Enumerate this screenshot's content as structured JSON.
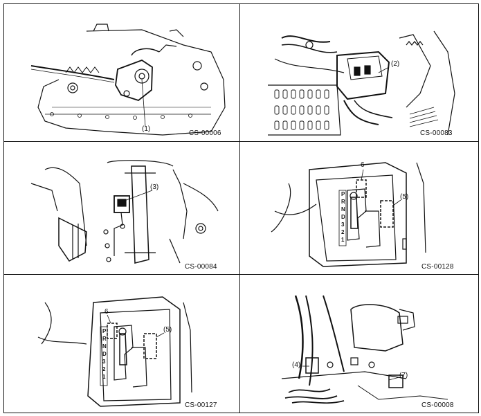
{
  "panels": [
    {
      "code": "CS-00006",
      "callouts": [
        "(1)"
      ]
    },
    {
      "code": "CS-00083",
      "callouts": [
        "(2)"
      ]
    },
    {
      "code": "CS-00084",
      "callouts": [
        "(3)"
      ]
    },
    {
      "code": "CS-00128",
      "callouts": [
        "6",
        "(5)"
      ],
      "gate_letters": "P R N D 3 2 1"
    },
    {
      "code": "CS-00127",
      "callouts": [
        "6",
        "(5)"
      ],
      "gate_letters": "P R N D 3 2 1"
    },
    {
      "code": "CS-00008",
      "callouts": [
        "(4)",
        "(7)"
      ]
    }
  ]
}
